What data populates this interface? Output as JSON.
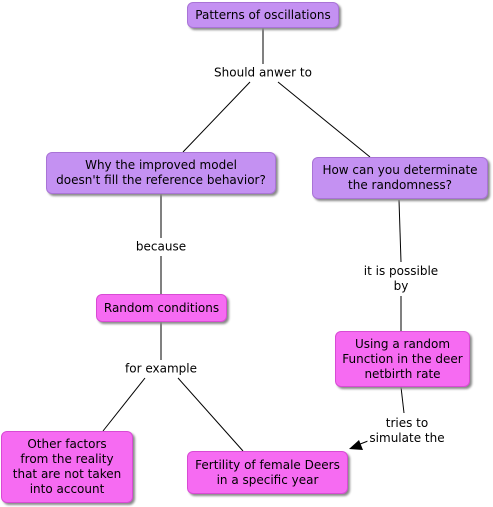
{
  "concepts": {
    "patterns": "Patterns of oscillations",
    "why_model": "Why the improved model\ndoesn't fill the reference behavior?",
    "how_randomness": "How can you determinate\nthe randomness?",
    "random_conditions": "Random conditions",
    "random_function": "Using a random\nFunction in the deer\nnetbirth rate",
    "other_factors": "Other factors\nfrom the reality\nthat are not taken\ninto account",
    "fertility": "Fertility of female Deers\nin a specific year"
  },
  "linking_phrases": {
    "should_answer": "Should anwer to",
    "because": "because",
    "it_is_possible": "it is possible\nby",
    "for_example": "for example",
    "tries_to": "tries to\nsimulate the"
  },
  "colors": {
    "lavender_node": "#c491f2",
    "pink_node": "#f66bf2",
    "line": "#000000"
  }
}
